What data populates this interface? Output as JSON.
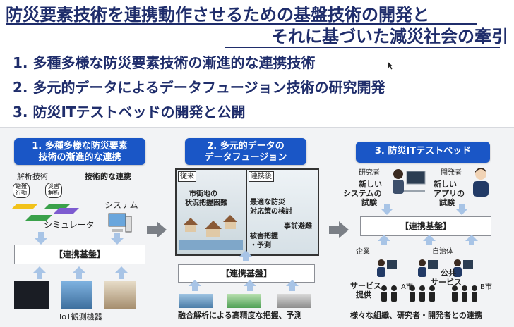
{
  "title": {
    "line1": "防災要素技術を連携動作させるための基盤技術の開発と",
    "line2": "それに基づいた減災社会の牽引"
  },
  "items": [
    "1. 多種多様な防災要素技術の漸進的な連携技術",
    "2. 多元的データによるデータフュージョン技術の研究開発",
    "3. 防災ITテストベッドの開発と公開"
  ],
  "panel1": {
    "header_l1": "1. 多種多様な防災要素",
    "header_l2": "技術の漸進的な連携",
    "analysis": "解析技術",
    "tech_link": "技術的な連携",
    "system": "システム",
    "simulator": "シミュレータ",
    "pill1": "避難行動",
    "pill2": "災害解析",
    "platform": "【連携基盤】",
    "iot": "IoT観測機器"
  },
  "panel2": {
    "header_l1": "2. 多元的データの",
    "header_l2": "データフュージョン",
    "before": "従来",
    "after": "連携後",
    "city": "市街地の",
    "difficulty": "状況把握困難",
    "optimal": "最適な防災",
    "measures": "対応策の検討",
    "evac": "事前避難",
    "damage": "被害把握",
    "predict": "・予測",
    "platform": "【連携基盤】",
    "caption": "融合解析による高精度な把握、予測"
  },
  "panel3": {
    "header": "3. 防災ITテストベッド",
    "researcher": "研究者",
    "developer": "開発者",
    "new1": "新しい",
    "system": "システムの",
    "trial": "試験",
    "new2": "新しい",
    "app": "アプリの",
    "trial2": "試験",
    "platform": "【連携基盤】",
    "company": "企業",
    "municipality": "自治体",
    "service": "サービス",
    "provide": "提供",
    "public": "公共",
    "public_service": "サービス",
    "city_a": "A市",
    "city_b": "B市",
    "caption": "様々な組織、研究者・開発者との連携"
  }
}
